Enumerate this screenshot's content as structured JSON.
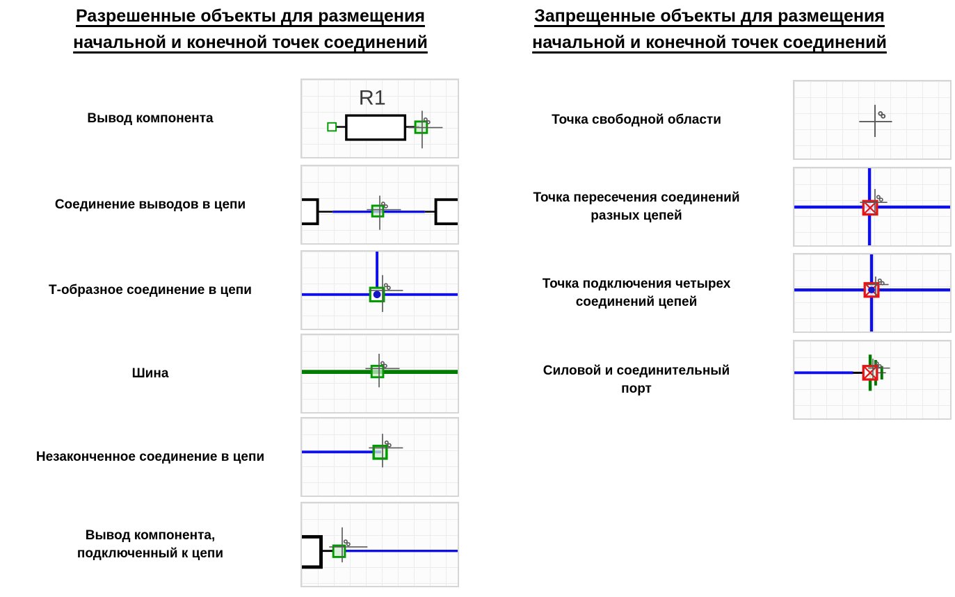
{
  "allowed": {
    "title": "Разрешенные объекты для размещения\nначальной и конечной точек соединений",
    "items": [
      {
        "label": "Вывод компонента",
        "figure": "component-pin",
        "designator": "R1"
      },
      {
        "label": "Соединение выводов в цепи",
        "figure": "pins-connected-by-wire"
      },
      {
        "label": "Т-образное соединение в цепи",
        "figure": "t-junction"
      },
      {
        "label": "Шина",
        "figure": "bus"
      },
      {
        "label": "Незаконченное соединение в цепи",
        "figure": "dangling-wire"
      },
      {
        "label": "Вывод компонента,\nподключенный к цепи",
        "figure": "pin-connected-to-wire"
      }
    ]
  },
  "forbidden": {
    "title": "Запрещенные объекты для размещения\nначальной и конечной точек соединений",
    "items": [
      {
        "label": "Точка свободной области",
        "figure": "free-area-point"
      },
      {
        "label": "Точка пересечения соединений\nразных цепей",
        "figure": "crossing-of-different-nets"
      },
      {
        "label": "Точка подключения четырех\nсоединений цепей",
        "figure": "four-wire-connection-point"
      },
      {
        "label": "Силовой и соединительный\nпорт",
        "figure": "power-and-connection-port"
      }
    ]
  },
  "colors": {
    "wire_blue": "#0F0FE8",
    "bus_green": "#007B00",
    "hotspot_green": "#009C00",
    "hotspot_fill": "#CDEFCD",
    "forbidden_red": "#E61414",
    "junction_blue": "#1414C8",
    "component_black": "#000000",
    "cursor_gray": "#5A5A5A"
  },
  "icons": {
    "crosshair": "cursor-crosshair-icon",
    "squiggle": "cursor-attachment-icon",
    "green_square": "hotspot-marker",
    "red_x_box": "forbidden-marker",
    "blue_dot": "junction-dot"
  }
}
